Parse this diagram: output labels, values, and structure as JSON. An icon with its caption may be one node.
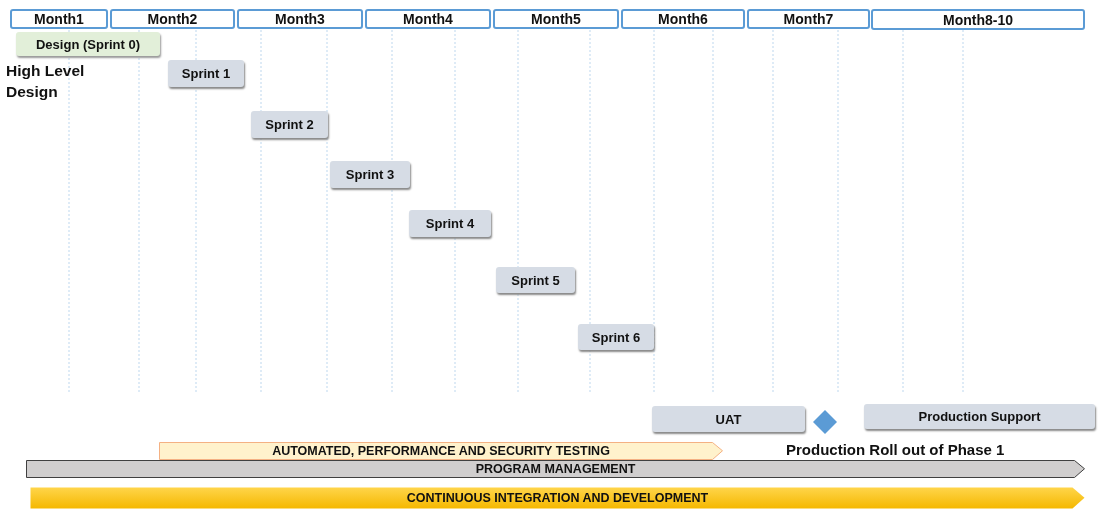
{
  "diagram": {
    "nodes": [
      {
        "text": [
          "Month1"
        ]
      },
      {
        "text": [
          "Month2"
        ]
      },
      {
        "text": [
          "Month3"
        ]
      },
      {
        "text": [
          "Month4"
        ]
      },
      {
        "text": [
          "Month5"
        ]
      },
      {
        "text": [
          "Month6"
        ]
      },
      {
        "text": [
          "Month7"
        ]
      },
      {
        "text": [
          "Month8-10"
        ]
      },
      {
        "text": [
          "Design (Sprint 0)"
        ]
      },
      {
        "text": [
          "Sprint 1"
        ]
      },
      {
        "text": [
          "Sprint 2"
        ]
      },
      {
        "text": [
          "Sprint 3"
        ]
      },
      {
        "text": [
          "Sprint 4"
        ]
      },
      {
        "text": [
          "Sprint 5"
        ]
      },
      {
        "text": [
          "Sprint 6"
        ]
      },
      {
        "text": [
          "UAT"
        ]
      },
      {
        "text": [],
        "shape": "diamond",
        "beside": [
          "Production Roll out of Phase 1"
        ]
      },
      {
        "text": [
          "Production Support"
        ]
      },
      {
        "text": [
          "AUTOMATED, PERFORMANCE AND SECURITY TESTING"
        ]
      },
      {
        "text": [
          "PROGRAM MANAGEMENT"
        ]
      },
      {
        "text": [
          "CONTINUOUS INTEGRATION AND DEVELOPMENT"
        ]
      }
    ],
    "edges": [],
    "labels": [
      "High Level Design"
    ]
  }
}
